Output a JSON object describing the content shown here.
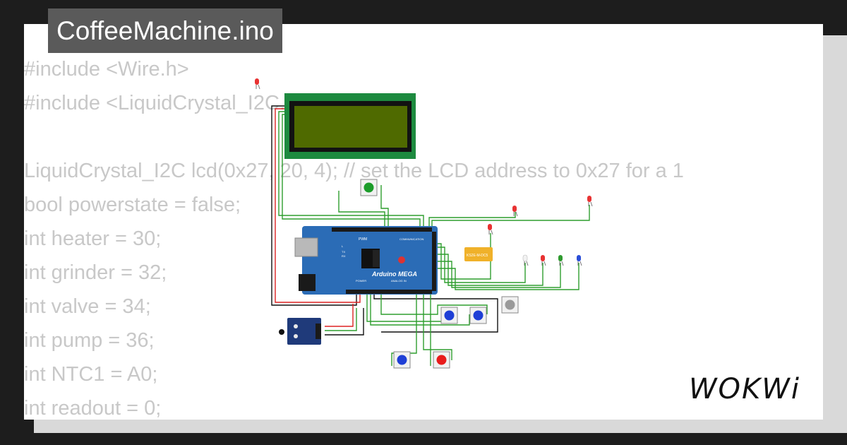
{
  "title": "CoffeeMachine.ino",
  "code_lines": [
    "#include <Wire.h>",
    "#include <LiquidCrystal_I2C.h>",
    "",
    "LiquidCrystal_I2C lcd(0x27, 20, 4); // set the LCD address to 0x27 for a 1",
    "bool powerstate = false;",
    "int heater = 30;",
    "int grinder = 32;",
    "int valve = 34;",
    "int pump = 36;",
    "int NTC1 = A0;",
    "int readout = 0;"
  ],
  "board": {
    "name": "Arduino MEGA",
    "labels": {
      "pwm": "PWM",
      "communication": "COMMUNICATION",
      "power": "POWER",
      "analog_in": "ANALOG IN",
      "tx": "TX",
      "rx": "RX",
      "l": "L"
    }
  },
  "relay_label": "KS2E-M-DC5",
  "logo": "WOKWi",
  "colors": {
    "lcd_pcb": "#1d8a3f",
    "lcd_screen": "#4f6a00",
    "board": "#2b6cb6",
    "wire": "#2f9e2f",
    "relay": "#f0b12a",
    "led_red": "#e83232",
    "led_green": "#2e9a2e",
    "led_blue": "#2a4ed8",
    "led_white": "#f2f2f2",
    "btn_blue": "#1f3fd6",
    "btn_red": "#e81b1b",
    "btn_green": "#1c9c2a",
    "btn_gray": "#9a9a9a"
  }
}
